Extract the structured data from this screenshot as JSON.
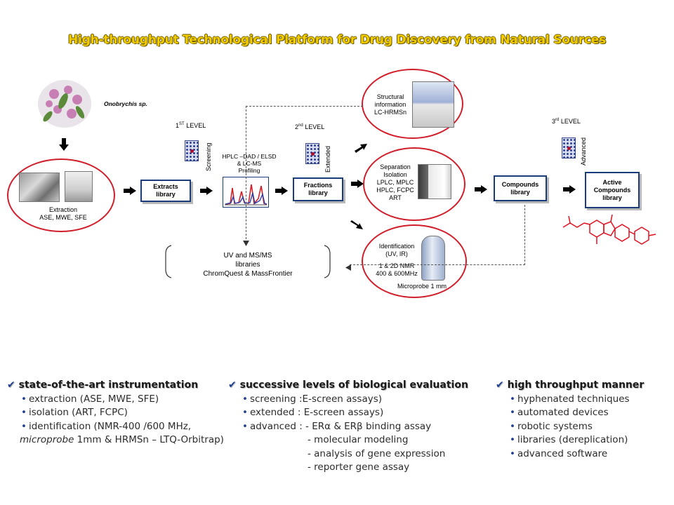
{
  "title": "High-throughput Technological Platform for Drug Discovery from Natural Sources",
  "plant_label": "Onobrychis sp.",
  "extraction": {
    "line1": "Extraction",
    "line2": "ASE, MWE, SFE"
  },
  "level1": {
    "label": "1ST LEVEL",
    "assay": "Screening"
  },
  "level2": {
    "label": "2nd LEVEL",
    "assay": "Extended"
  },
  "level3": {
    "label": "3rd LEVEL",
    "assay": "Advanced"
  },
  "extracts_box": {
    "line1": "Extracts",
    "line2": "library"
  },
  "hplc": {
    "line1": "HPLC –DAD / ELSD",
    "line2": "& LC-MS",
    "line3": "Profiling"
  },
  "fractions_box": {
    "line1": "Fractions",
    "line2": "library"
  },
  "structural": {
    "line1": "Structural",
    "line2": "information",
    "line3": "LC-HRMSn"
  },
  "separation": {
    "line1": "Separation",
    "line2": "Isolation",
    "line3": "LPLC, MPLC",
    "line4": "HPLC, FCPC",
    "line5": "ART"
  },
  "identification": {
    "line1": "Identification",
    "line2": "(UV, IR)",
    "line3": "1 & 2D NMR",
    "line4": "400 & 600MHz",
    "line5": "Microprobe 1 mm"
  },
  "compounds_box": {
    "line1": "Compounds",
    "line2": "library"
  },
  "active_box": {
    "line1": "Active",
    "line2": "Compounds",
    "line3": "library"
  },
  "libraries": {
    "line1": "UV and MS/MS",
    "line2": "libraries",
    "line3": "ChromQuest & MassFrontier"
  },
  "col1": {
    "head": "state-of-the-art instrumentation",
    "items": [
      "extraction (ASE, MWE, SFE)",
      "isolation (ART, FCPC)",
      "identification (NMR-400 /600 MHz,"
    ],
    "cont_italic": "microprobe",
    "cont_rest": " 1mm & HRMSn – LTQ-Orbitrap)"
  },
  "col2": {
    "head": "successive levels of biological evaluation",
    "items": [
      "screening :E-screen assays)",
      "extended : E-screen assays)",
      "advanced : - ERα & ERβ binding assay"
    ],
    "subs": [
      "- molecular modeling",
      "- analysis of gene expression",
      "- reporter gene assay"
    ]
  },
  "col3": {
    "head": "high throughput manner",
    "items": [
      "hyphenated techniques",
      "automated devices",
      "robotic systems",
      "libraries (dereplication)",
      "advanced software"
    ]
  },
  "colors": {
    "accent_title": "#f2cc00",
    "box_border": "#1b3c7a",
    "oval_border": "#d01e2a",
    "check": "#1f3f8f"
  }
}
